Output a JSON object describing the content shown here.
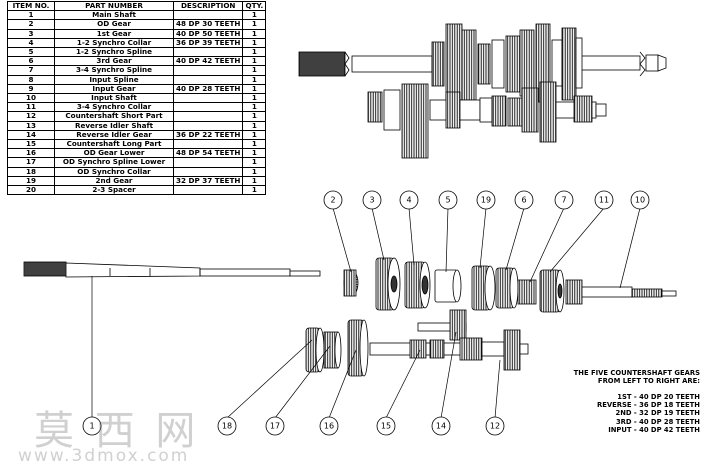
{
  "bom": {
    "headers": [
      "ITEM NO.",
      "PART NUMBER",
      "DESCRIPTION",
      "QTY."
    ],
    "rows": [
      [
        "1",
        "Main Shaft",
        "",
        "1"
      ],
      [
        "2",
        "OD Gear",
        "48 DP 30 TEETH",
        "1"
      ],
      [
        "3",
        "1st Gear",
        "40 DP 50 TEETH",
        "1"
      ],
      [
        "4",
        "1-2 Synchro Collar",
        "36 DP 39 TEETH",
        "1"
      ],
      [
        "5",
        "1-2 Synchro Spline",
        "",
        "1"
      ],
      [
        "6",
        "3rd Gear",
        "40 DP 42 TEETH",
        "1"
      ],
      [
        "7",
        "3-4 Synchro Spline",
        "",
        "1"
      ],
      [
        "8",
        "Input Spline",
        "",
        "1"
      ],
      [
        "9",
        "Input Gear",
        "40 DP 28 TEETH",
        "1"
      ],
      [
        "10",
        "Input Shaft",
        "",
        "1"
      ],
      [
        "11",
        "3-4 Synchro Collar",
        "",
        "1"
      ],
      [
        "12",
        "Countershaft Short Part",
        "",
        "1"
      ],
      [
        "13",
        "Reverse Idler Shaft",
        "",
        "1"
      ],
      [
        "14",
        "Reverse Idler Gear",
        "36 DP 22 TEETH",
        "1"
      ],
      [
        "15",
        "Countershaft Long Part",
        "",
        "1"
      ],
      [
        "16",
        "OD Gear Lower",
        "48 DP 54 TEETH",
        "1"
      ],
      [
        "17",
        "OD Synchro Spline Lower",
        "",
        "1"
      ],
      [
        "18",
        "OD Synchro Collar",
        "",
        "1"
      ],
      [
        "19",
        "2nd Gear",
        "32 DP 37 TEETH",
        "1"
      ],
      [
        "20",
        "2-3 Spacer",
        "",
        "1"
      ]
    ]
  },
  "balloons": [
    "2",
    "3",
    "4",
    "5",
    "19",
    "6",
    "7",
    "11",
    "10",
    "1",
    "18",
    "17",
    "16",
    "15",
    "14",
    "12"
  ],
  "note": {
    "lines": [
      "THE FIVE COUNTERSHAFT GEARS",
      "FROM LEFT TO RIGHT ARE:",
      "",
      "1ST - 40 DP 20 TEETH",
      "REVERSE - 36 DP 18 TEETH",
      "2ND - 32 DP 19 TEETH",
      "3RD - 40 DP 28 TEETH",
      "INPUT - 40 DP 42 TEETH"
    ]
  },
  "watermark": {
    "chars": "莫 西 网",
    "url": "www.3dmox.com"
  }
}
